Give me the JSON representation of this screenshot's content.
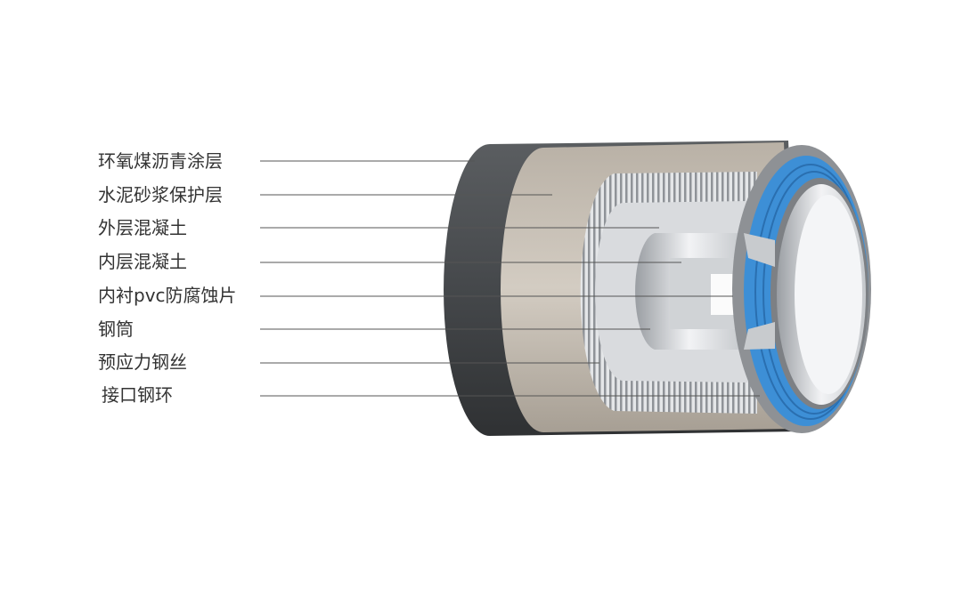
{
  "labels": [
    "环氧煤沥青涂层",
    "水泥砂浆保护层",
    "外层混凝土",
    "内层混凝土",
    "内衬pvc防腐蚀片",
    "钢筒",
    "预应力钢丝",
    "接口钢环"
  ],
  "colors": {
    "coating": "#4a4d50",
    "mortar": "#c9c1b6",
    "concrete": "#d7d9dc",
    "steel": "#b9bcc0",
    "gasket": "#3d8fd6",
    "leader_line": "#555555"
  }
}
